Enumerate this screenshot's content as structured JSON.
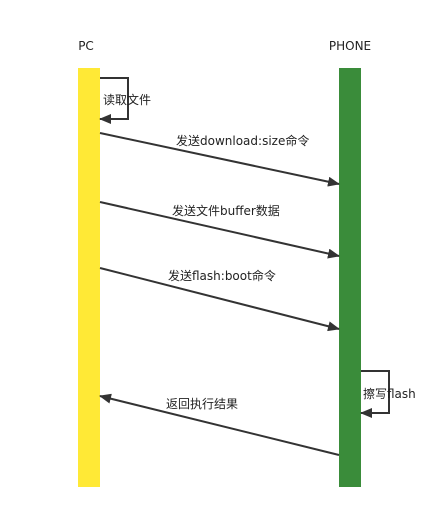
{
  "participants": {
    "pc": {
      "label": "PC",
      "color": "#FFE936"
    },
    "phone": {
      "label": "PHONE",
      "color": "#3A8C3A"
    }
  },
  "messages": {
    "read_file": "读取文件",
    "send_download": "发送download:size命令",
    "send_buffer": "发送文件buffer数据",
    "send_flash": "发送flash:boot命令",
    "erase_flash": "擦写flash",
    "return_result": "返回执行结果"
  },
  "colors": {
    "arrow": "#333333",
    "background": "#ffffff"
  }
}
